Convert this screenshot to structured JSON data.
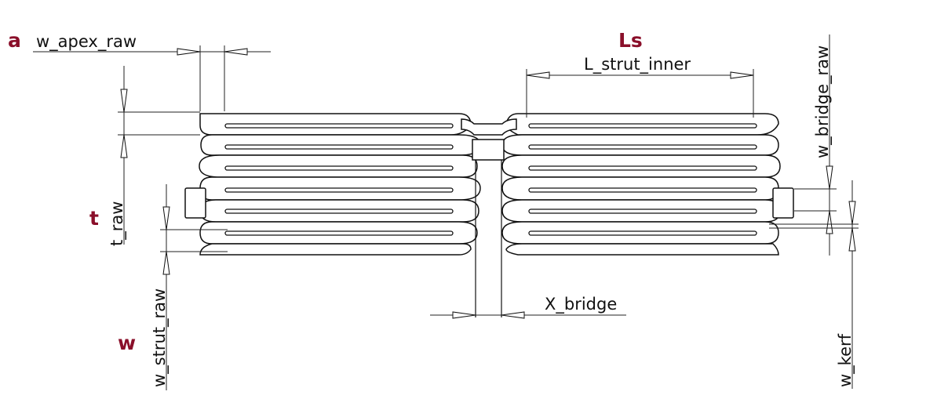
{
  "symbols": {
    "a": "a",
    "Ls": "Ls",
    "t": "t",
    "w": "w"
  },
  "labels": {
    "w_apex_raw": "w_apex_raw",
    "L_strut_inner": "L_strut_inner",
    "w_bridge_raw": "w_bridge_raw",
    "t_raw": "t_raw",
    "w_strut_raw": "w_strut_raw",
    "X_bridge": "X_bridge",
    "w_kerf": "w_kerf"
  },
  "colors": {
    "symbol": "#8a0f2a",
    "line": "#111111",
    "background": "#ffffff"
  }
}
